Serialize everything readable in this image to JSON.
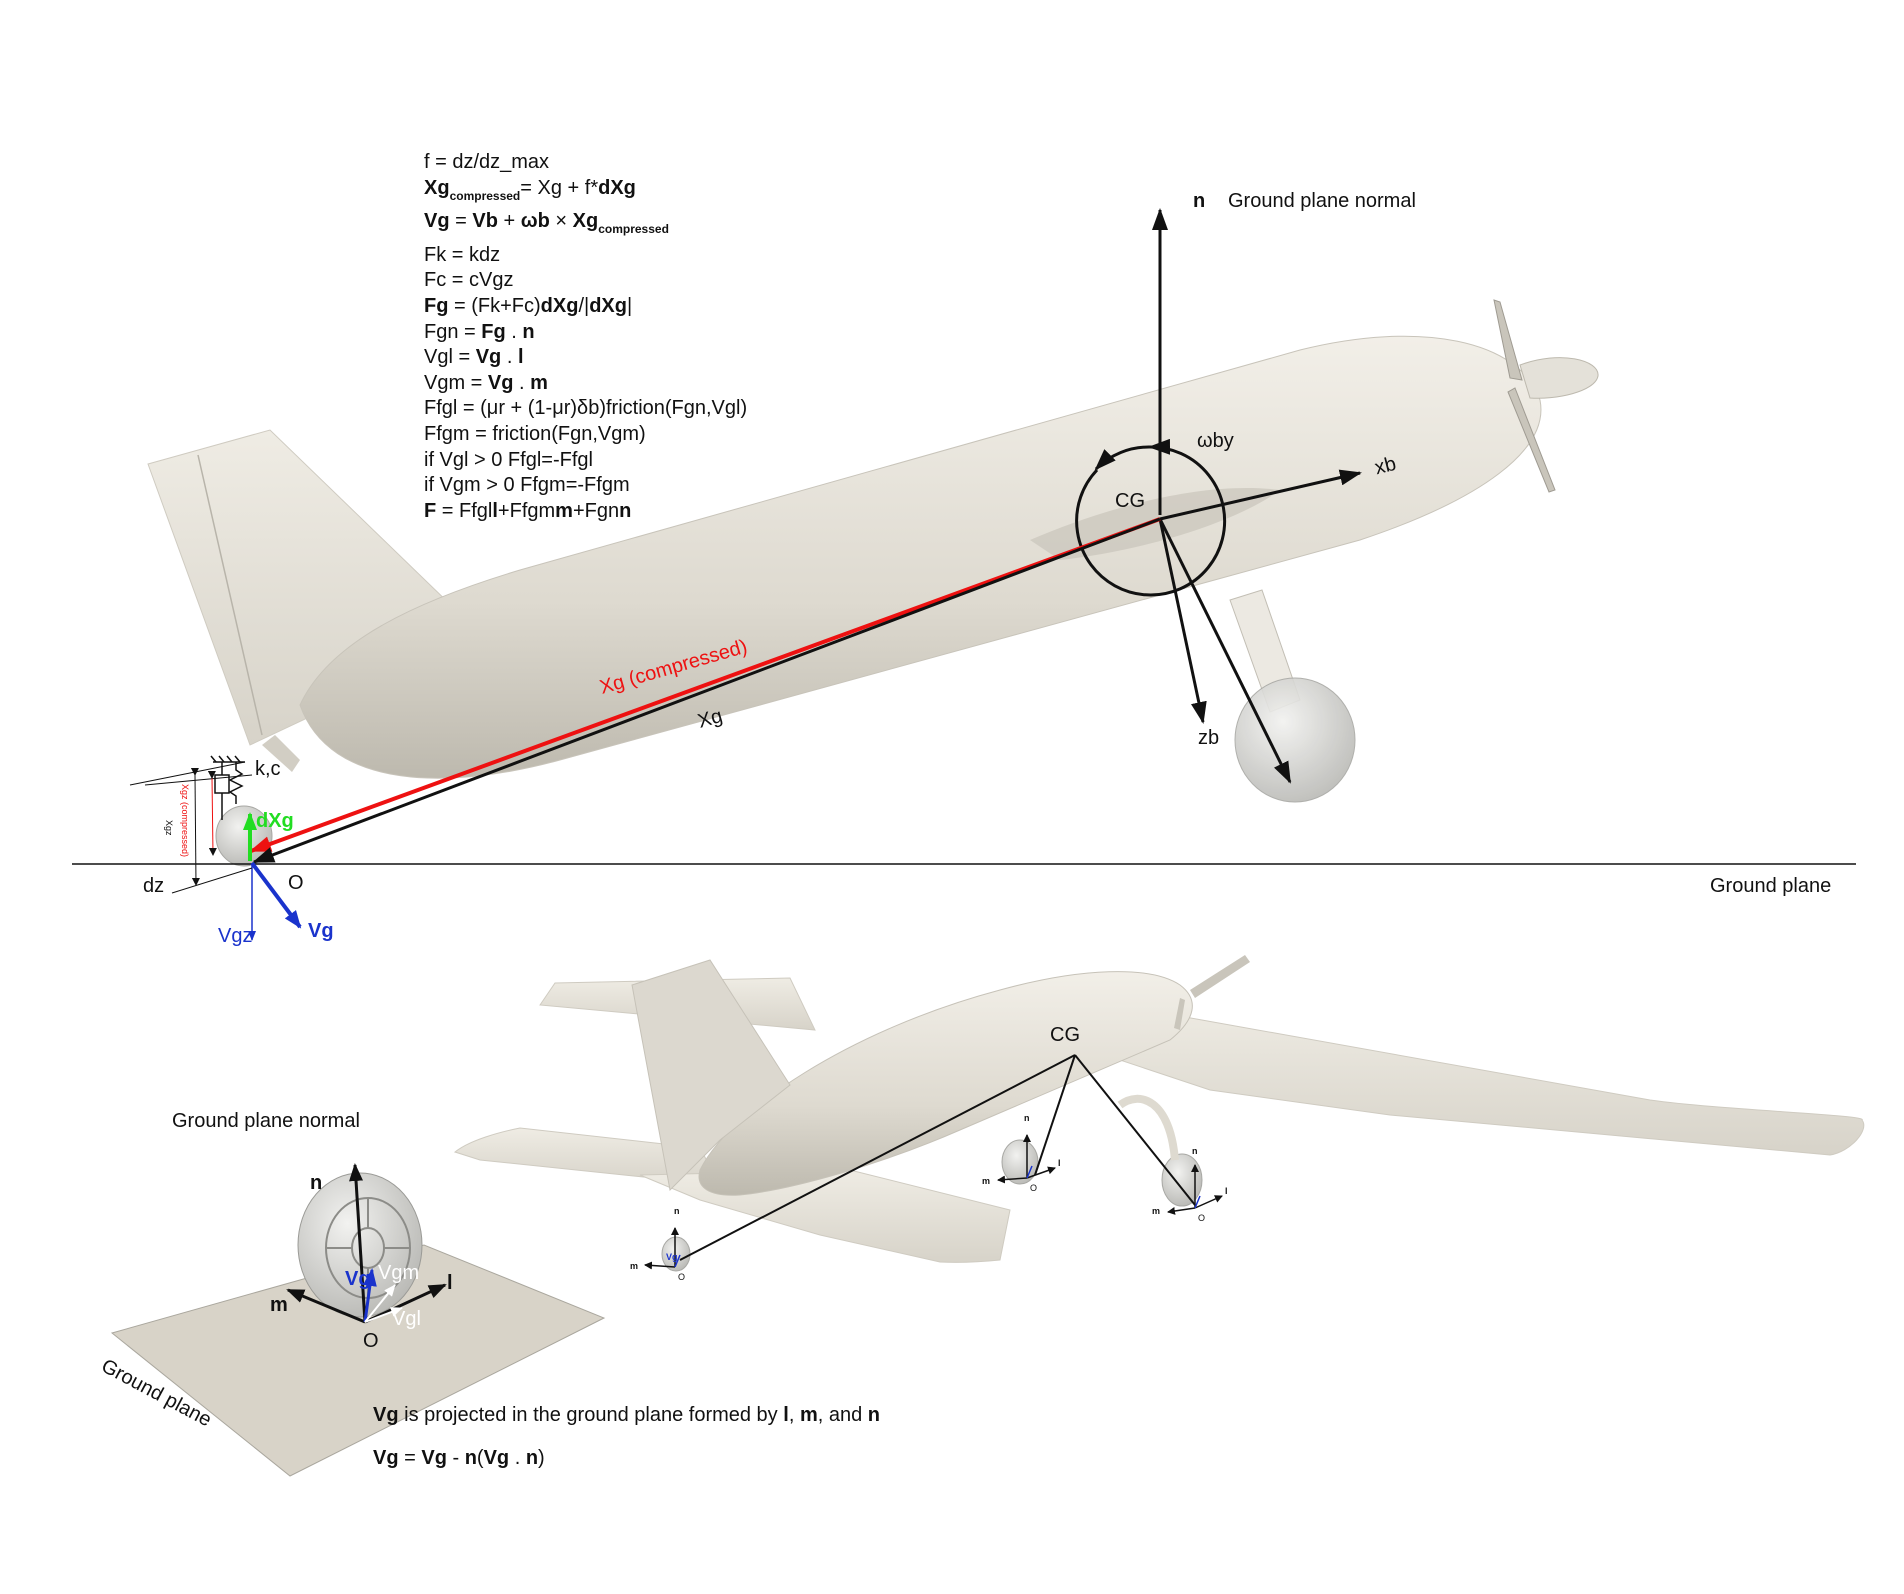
{
  "equations": {
    "l1": "f = dz/dz_max",
    "l2a": "Xg",
    "l2sub": "compressed",
    "l2b": "= Xg + f*",
    "l2c": "dXg",
    "l3a": "Vg",
    "l3b": " = ",
    "l3c": "Vb",
    "l3d": " + ",
    "l3e": "ωb",
    "l3f": " × ",
    "l3g": "Xg",
    "l3sub": "compressed",
    "l4": "Fk = kdz",
    "l5": "Fc = cVgz",
    "l6a": "Fg",
    "l6b": " = (Fk+Fc)",
    "l6c": "dXg",
    "l6d": "/|",
    "l6e": "dXg",
    "l6f": "|",
    "l7a": "Fgn = ",
    "l7b": "Fg",
    "l7c": " . ",
    "l7d": "n",
    "l8a": "Vgl = ",
    "l8b": "Vg",
    "l8c": " . ",
    "l8d": "l",
    "l9a": "Vgm = ",
    "l9b": "Vg",
    "l9c": " . ",
    "l9d": "m",
    "l10": "Ffgl = (μr + (1-μr)δb)friction(Fgn,Vgl)",
    "l11": "Ffgm = friction(Fgn,Vgm)",
    "l12": "if Vgl >  0 Ffgl=-Ffgl",
    "l13": "if Vgm > 0 Ffgm=-Ffgm",
    "l14a": "F",
    "l14b": " = Ffgl",
    "l14c": "l",
    "l14d": "+Ffgm",
    "l14e": "m",
    "l14f": "+Fgn",
    "l14g": "n"
  },
  "top": {
    "n": "n",
    "normal_label": "Ground plane normal",
    "omega": "ωby",
    "cg": "CG",
    "xb": "xb",
    "zb": "zb",
    "xg_comp": "Xg (compressed)",
    "xg": "Xg",
    "kc": "k,c",
    "dxg": "dXg",
    "o": "O",
    "dz": "dz",
    "ground": "Ground plane",
    "vgz": "Vgz",
    "vg": "Vg",
    "xgz_comp": "Xgz (compressed)",
    "xgz": "Xgz"
  },
  "bottom": {
    "cg": "CG",
    "normal_label": "Ground plane normal",
    "n": "n",
    "vg": "Vg",
    "vgm": "Vgm",
    "l": "l",
    "m": "m",
    "vgl": "Vgl",
    "o": "O",
    "ground": "Ground plane",
    "small_n": "n",
    "small_m": "m",
    "small_l": "l",
    "small_o": "O",
    "small_vg": "Vg"
  },
  "notes": {
    "p1a": "Vg",
    "p1b": " is projected in the ground plane formed by ",
    "p1c": "l",
    "p1d": ", ",
    "p1e": "m",
    "p1f": ", and ",
    "p1g": "n",
    "p2a": "Vg",
    "p2b": " = ",
    "p2c": "Vg",
    "p2d": " - ",
    "p2e": "n",
    "p2f": "(",
    "p2g": "Vg",
    "p2h": " . ",
    "p2i": "n",
    "p2j": ")"
  },
  "colors": {
    "xg_compressed": "#ee1111",
    "dxg": "#22dd22",
    "vg": "#1a33cc",
    "body": "#e6e2d9"
  }
}
